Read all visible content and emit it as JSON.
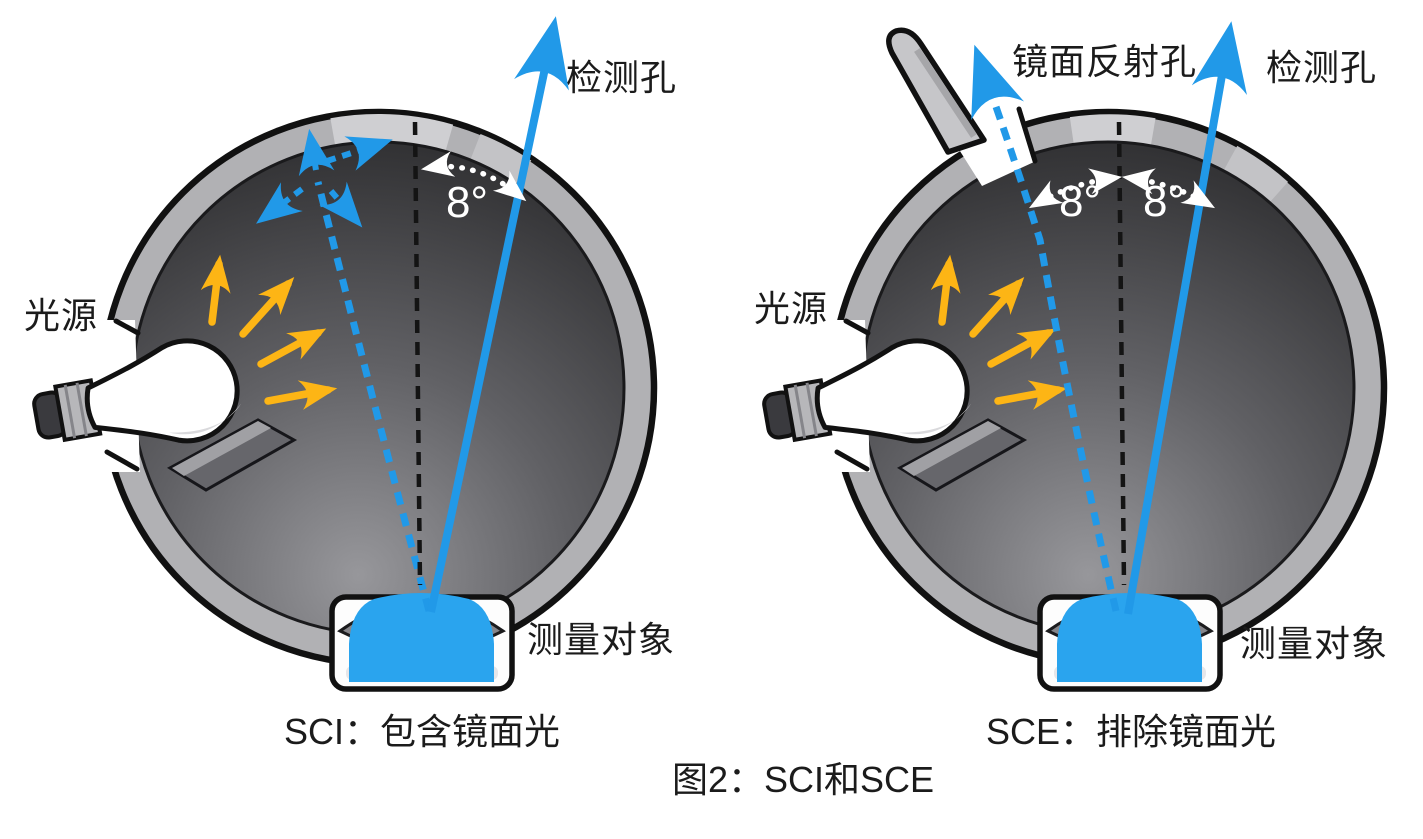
{
  "figure": {
    "caption": "图2：SCI和SCE"
  },
  "sci": {
    "caption": "SCI：包含镜面光",
    "detector_label": "检测孔",
    "light_source_label": "光源",
    "sample_label": "测量对象",
    "angle_label": "8°"
  },
  "sce": {
    "caption": "SCE：排除镜面光",
    "detector_label": "检测孔",
    "specular_port_label": "镜面反射孔",
    "light_source_label": "光源",
    "sample_label": "测量对象",
    "angle_left_label": "8°",
    "angle_right_label": "8°"
  },
  "colors": {
    "beam_blue": "#2199e8",
    "sample_blue": "#2aa4ee",
    "ray_yellow": "#fdb515",
    "sphere_rim_gray": "#b1b1b4",
    "sphere_interior_dark": "#2a2a2c",
    "outline_black": "#111111",
    "background": "#ffffff"
  }
}
